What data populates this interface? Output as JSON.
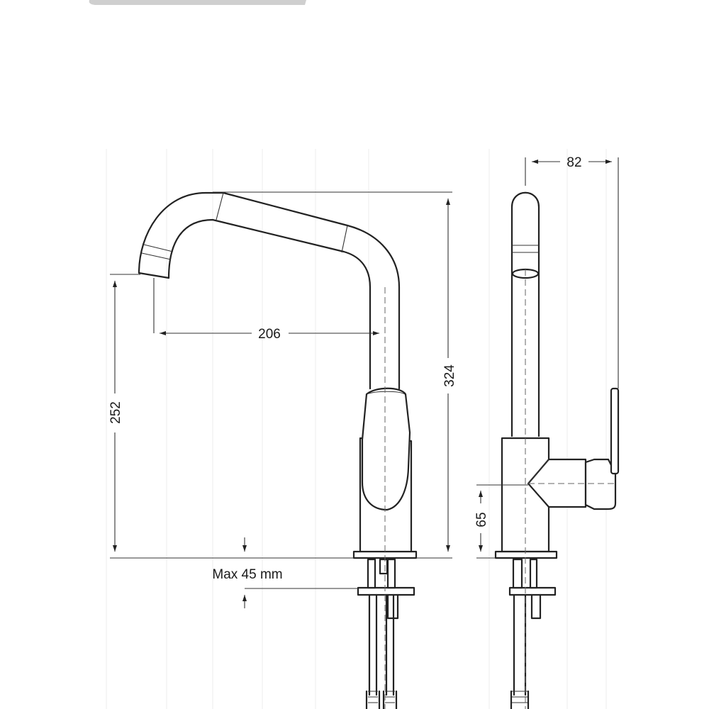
{
  "dimensions": {
    "spout_reach": "206",
    "total_height": "324",
    "spout_height": "252",
    "depth": "82",
    "handle_height": "65",
    "max_counter_thickness": "Max 45 mm"
  }
}
